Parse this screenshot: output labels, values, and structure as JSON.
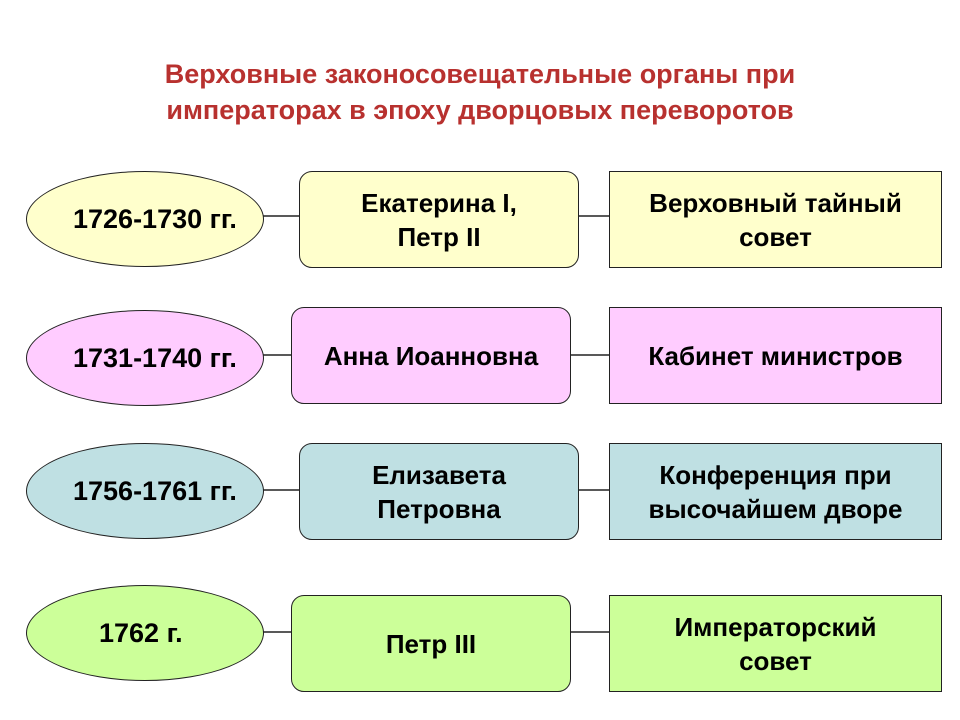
{
  "title": {
    "line1": "Верховные законосовещательные органы при",
    "line2": "императорах в эпоху дворцовых переворотов"
  },
  "rows": [
    {
      "period": "1726-1730 гг.",
      "ruler": [
        "Екатерина I,",
        "Петр II"
      ],
      "body": [
        "Верховный тайный",
        "совет"
      ]
    },
    {
      "period": "1731-1740 гг.",
      "ruler": [
        "Анна Иоанновна"
      ],
      "body": [
        "Кабинет министров"
      ]
    },
    {
      "period": "1756-1761 гг.",
      "ruler": [
        "Елизавета",
        "Петровна"
      ],
      "body": [
        "Конференция при",
        "высочайшем дворе"
      ]
    },
    {
      "period": "1762 г.",
      "ruler": [
        "Петр III"
      ],
      "body": [
        "Императорский",
        "совет"
      ]
    }
  ],
  "colors": {
    "title": "#b8312f",
    "row1": "#ffffcc",
    "row2": "#ffccff",
    "row3": "#bfe0e3",
    "row4": "#ccff99"
  }
}
